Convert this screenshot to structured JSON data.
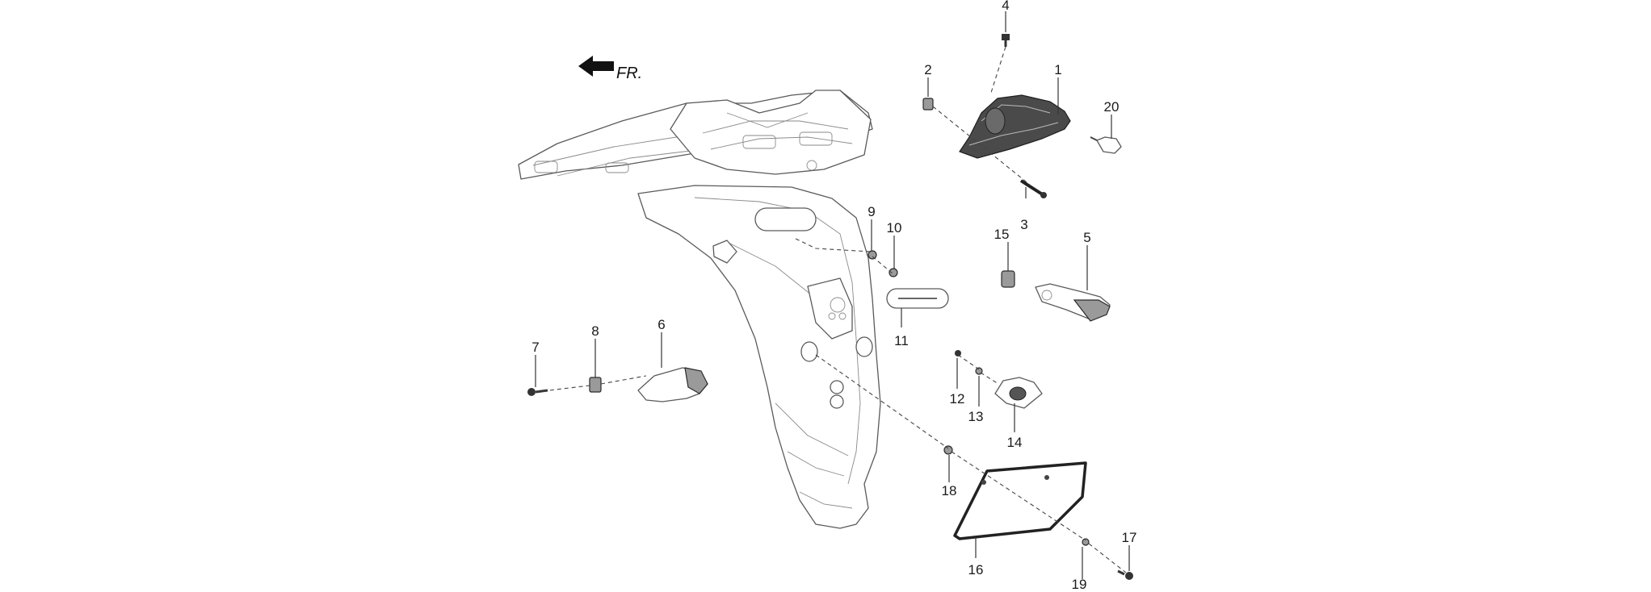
{
  "direction_label": "FR.",
  "callouts": [
    {
      "id": "1",
      "label": "1"
    },
    {
      "id": "2",
      "label": "2"
    },
    {
      "id": "3",
      "label": "3"
    },
    {
      "id": "4",
      "label": "4"
    },
    {
      "id": "5",
      "label": "5"
    },
    {
      "id": "6",
      "label": "6"
    },
    {
      "id": "7",
      "label": "7"
    },
    {
      "id": "8",
      "label": "8"
    },
    {
      "id": "9",
      "label": "9"
    },
    {
      "id": "10",
      "label": "10"
    },
    {
      "id": "11",
      "label": "11"
    },
    {
      "id": "12",
      "label": "12"
    },
    {
      "id": "13",
      "label": "13"
    },
    {
      "id": "14",
      "label": "14"
    },
    {
      "id": "15",
      "label": "15"
    },
    {
      "id": "16",
      "label": "16"
    },
    {
      "id": "17",
      "label": "17"
    },
    {
      "id": "18",
      "label": "18"
    },
    {
      "id": "19",
      "label": "19"
    },
    {
      "id": "20",
      "label": "20"
    }
  ]
}
